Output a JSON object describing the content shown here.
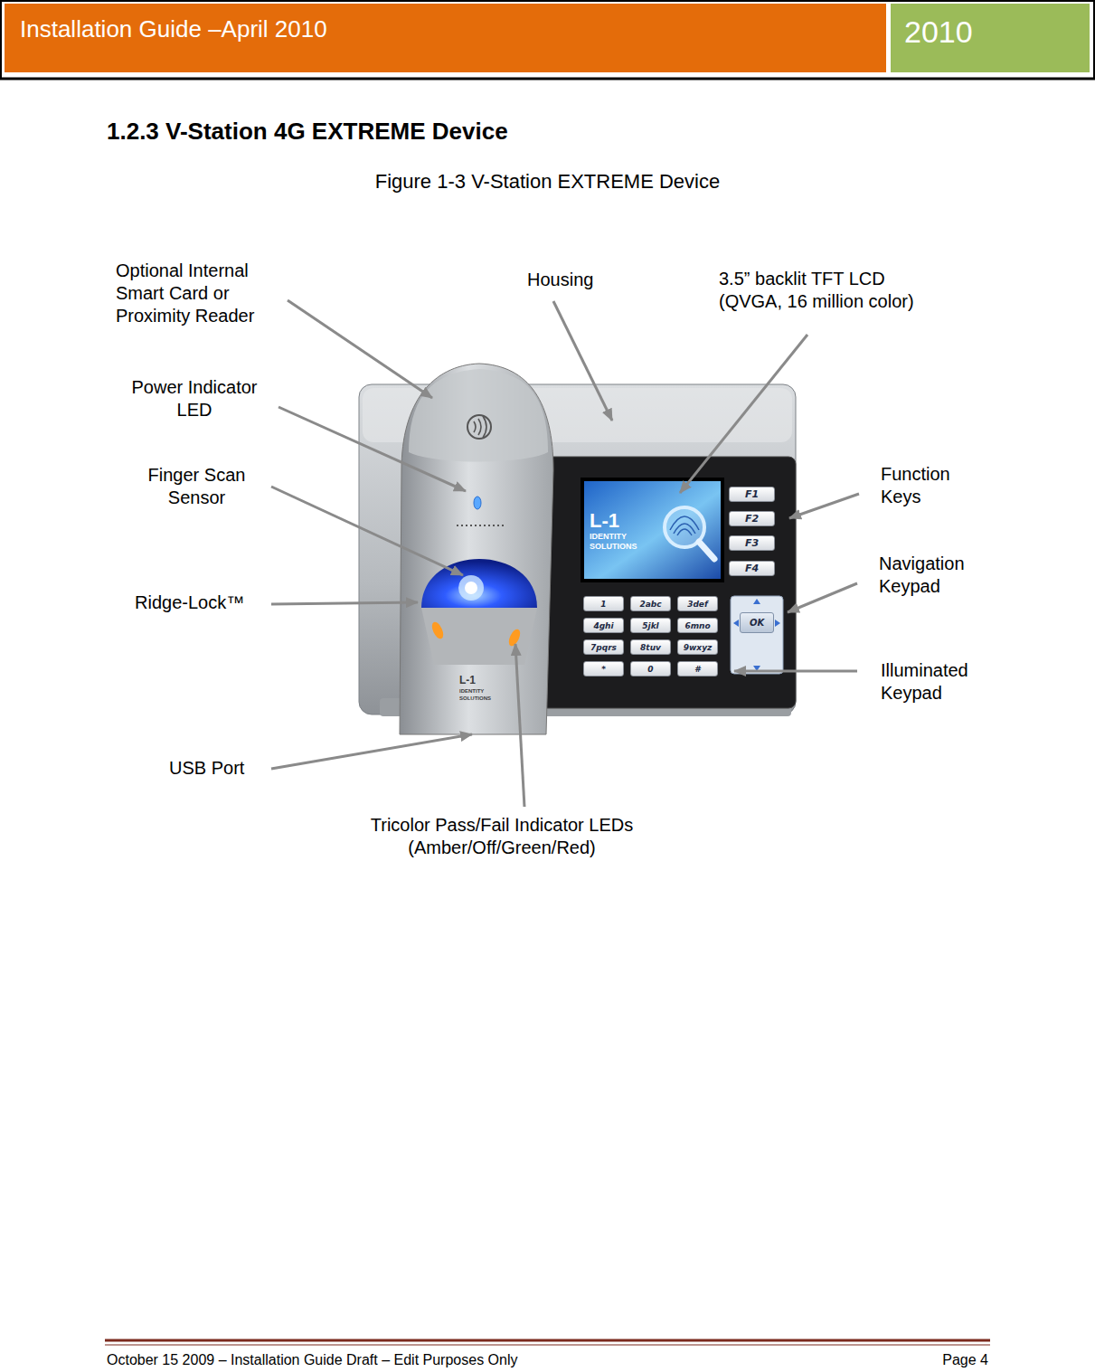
{
  "diagram": {
    "title": "1.2.3 V-Station 4G EXTREME Device",
    "caption": "Figure 1-3 V-Station EXTREME Device",
    "nodes": [
      {
        "text": [
          "Installation Guide –April 2010"
        ]
      },
      {
        "text": [
          "2010"
        ]
      },
      {
        "text": [
          "L-1",
          "IDENTITY SOLUTIONS"
        ]
      },
      {
        "text": [
          "F1"
        ]
      },
      {
        "text": [
          "F2"
        ]
      },
      {
        "text": [
          "F3"
        ]
      },
      {
        "text": [
          "F4"
        ]
      },
      {
        "text": [
          "1"
        ]
      },
      {
        "text": [
          "2abc"
        ]
      },
      {
        "text": [
          "3def"
        ]
      },
      {
        "text": [
          "4ghi"
        ]
      },
      {
        "text": [
          "5jkl"
        ]
      },
      {
        "text": [
          "6mno"
        ]
      },
      {
        "text": [
          "7pqrs"
        ]
      },
      {
        "text": [
          "8tuv"
        ]
      },
      {
        "text": [
          "9wxyz"
        ]
      },
      {
        "text": [
          "*"
        ]
      },
      {
        "text": [
          "0"
        ]
      },
      {
        "text": [
          "#"
        ]
      },
      {
        "text": [
          "OK"
        ]
      }
    ],
    "labels": [
      "Optional Internal Smart Card or Proximity Reader",
      "Housing",
      "3.5” backlit TFT LCD (QVGA, 16 million color)",
      "Power Indicator LED",
      "Finger Scan Sensor",
      "Function Keys",
      "Navigation Keypad",
      "Ridge-Lock™",
      "Illuminated Keypad",
      "USB Port",
      "Tricolor Pass/Fail Indicator LEDs (Amber/Off/Green/Red)",
      "L-1",
      "IDENTITY SOLUTIONS",
      "October 15 2009 – Installation Guide Draft – Edit Purposes Only",
      "Page 4"
    ]
  }
}
